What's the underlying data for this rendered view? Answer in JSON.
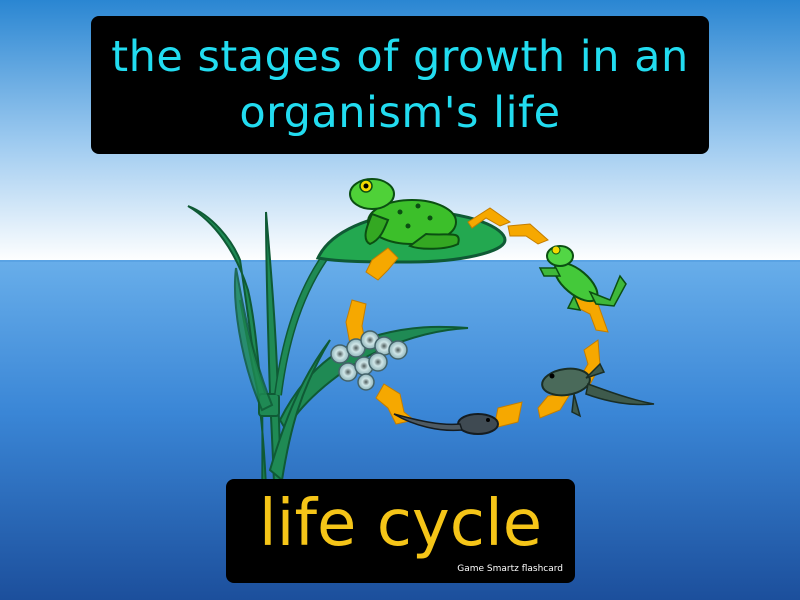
{
  "card": {
    "definition": "the stages of growth in an organism's life",
    "term": "life cycle",
    "brand": "Game Smartz flashcard"
  },
  "illustration": {
    "stages": [
      "frog-on-lily-pad",
      "young-frog",
      "tadpole-with-legs",
      "tadpole",
      "eggs"
    ],
    "arrow_color": "#f6a800",
    "water_color": "#2a78c9",
    "sky_color": "#ffffff"
  },
  "colors": {
    "definition_text": "#22dcf0",
    "term_text": "#f5c518",
    "panel_bg": "#000000"
  }
}
